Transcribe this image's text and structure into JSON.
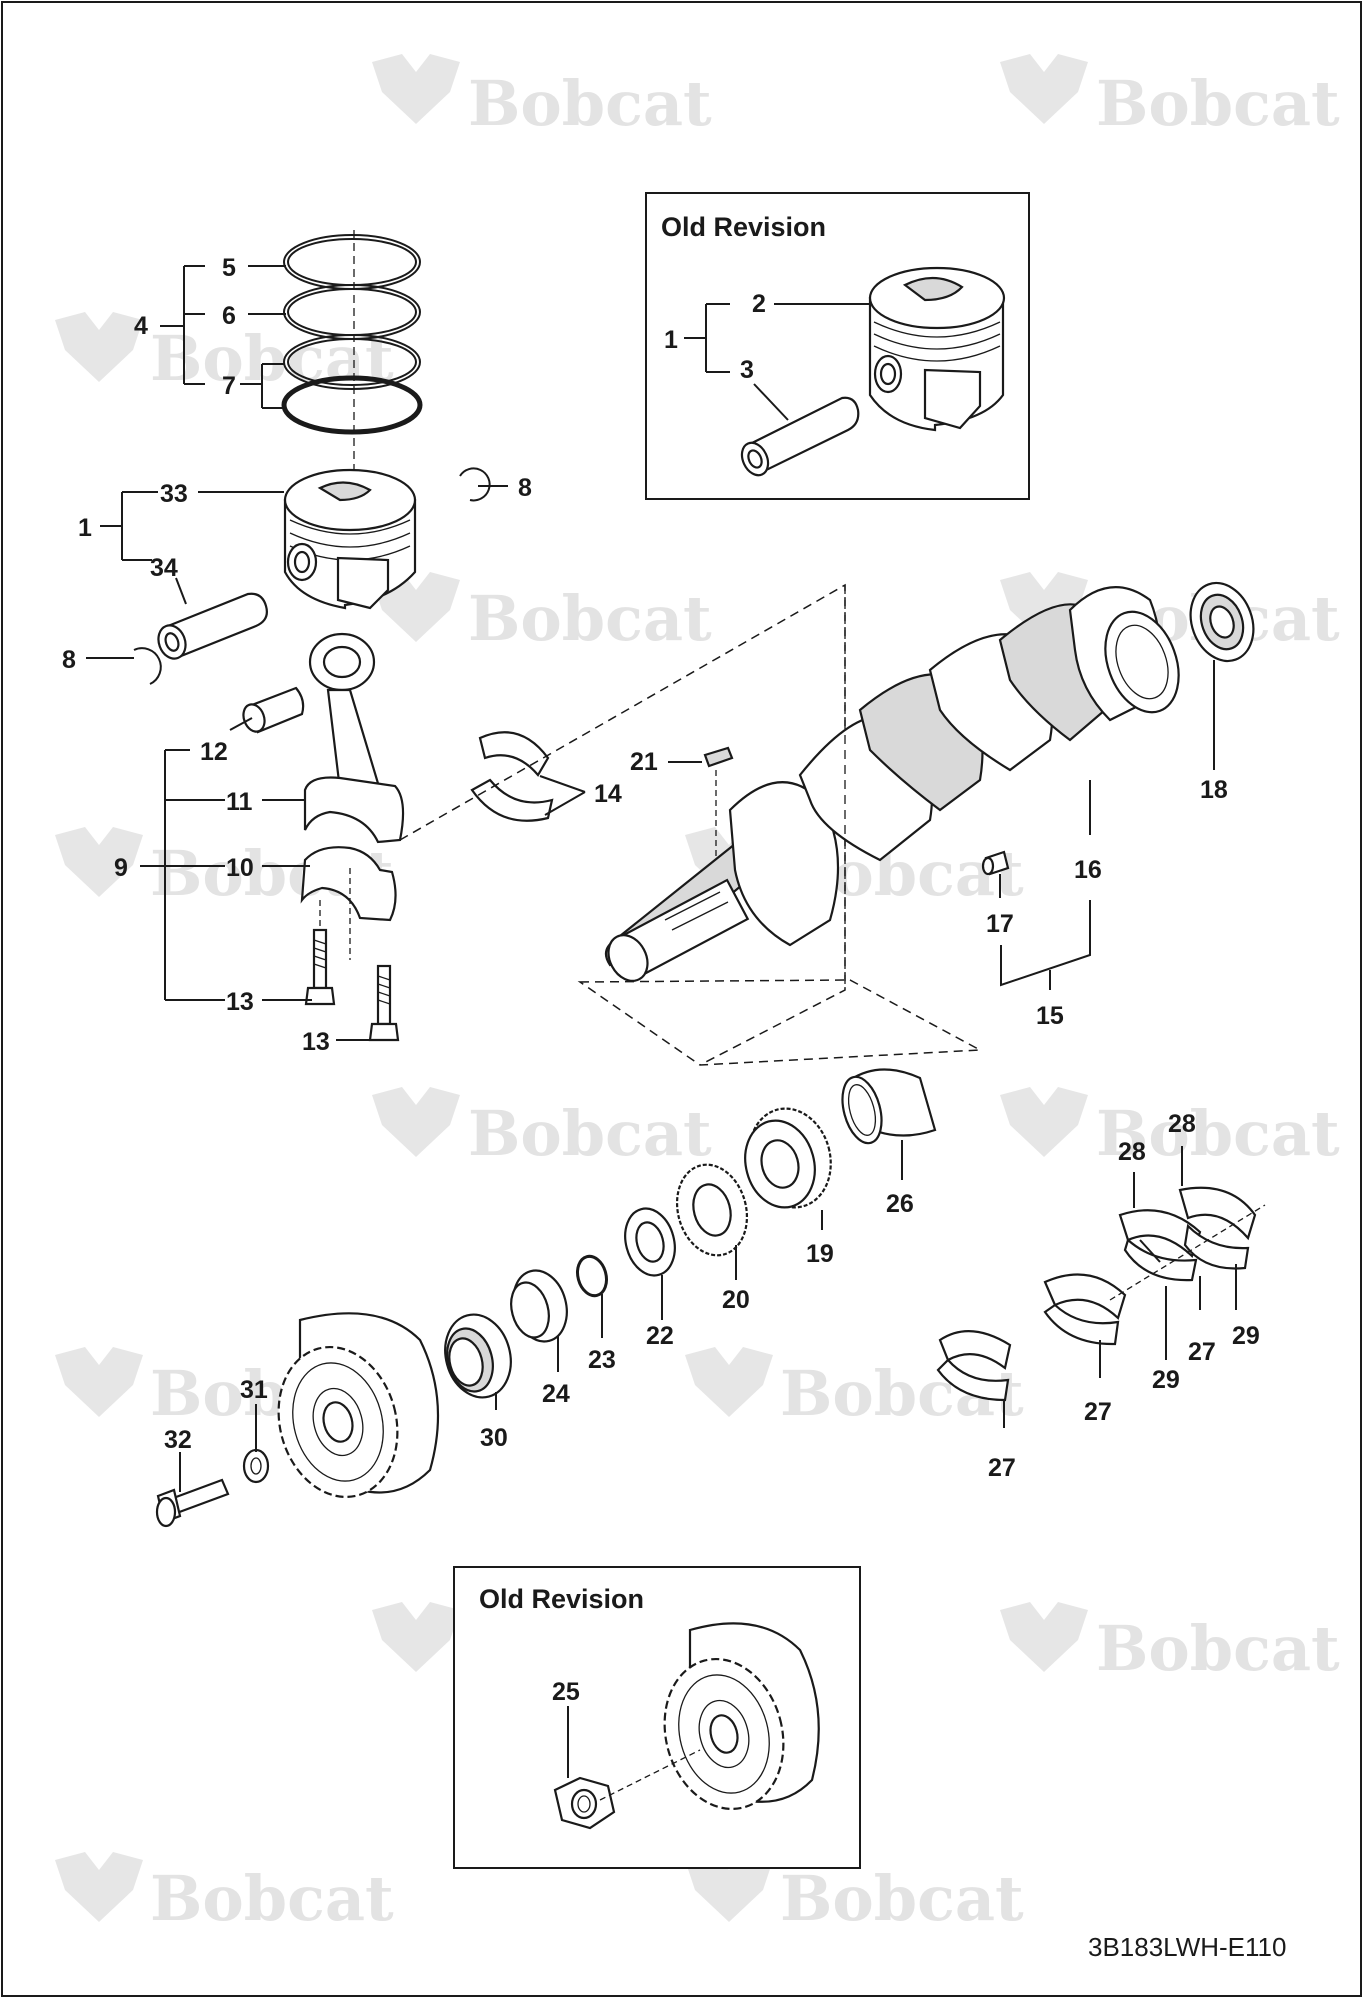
{
  "watermark": {
    "brand_text": "Bobcat"
  },
  "boxes": {
    "top_title": "Old Revision",
    "bottom_title": "Old Revision"
  },
  "labels": {
    "l1": "1",
    "l2": "2",
    "l3": "3",
    "l4": "4",
    "l5": "5",
    "l6": "6",
    "l7": "7",
    "l8": "8",
    "l9": "9",
    "l10": "10",
    "l11": "11",
    "l12": "12",
    "l13": "13",
    "l14": "14",
    "l15": "15",
    "l16": "16",
    "l17": "17",
    "l18": "18",
    "l19": "19",
    "l20": "20",
    "l21": "21",
    "l22": "22",
    "l23": "23",
    "l24": "24",
    "l25": "25",
    "l26": "26",
    "l27": "27",
    "l28": "28",
    "l29": "29",
    "l30": "30",
    "l31": "31",
    "l32": "32",
    "l33": "33",
    "l34": "34"
  },
  "figure_code": "3B183LWH-E110",
  "colors": {
    "ink": "#1a1a1a",
    "watermark": "#e3e3e3",
    "background": "#ffffff"
  }
}
